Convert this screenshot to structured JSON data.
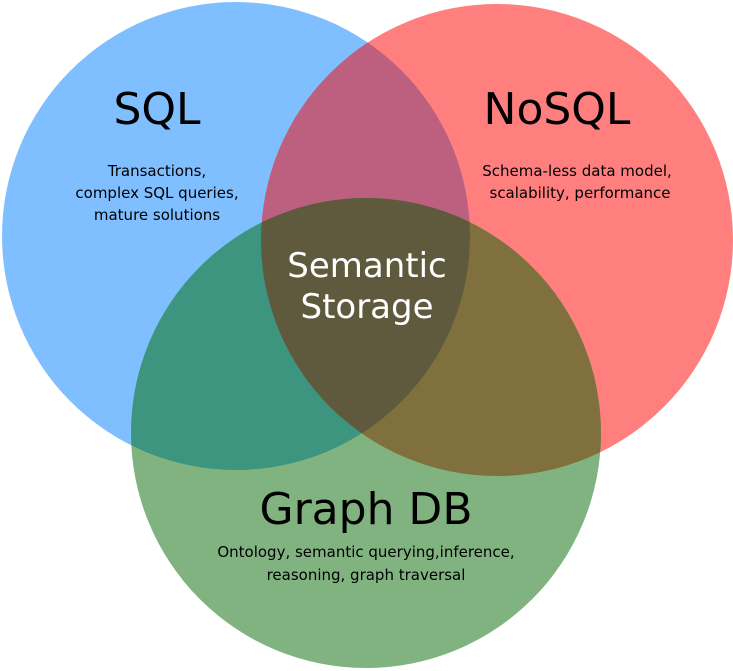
{
  "sets": {
    "sql": {
      "title": "SQL",
      "lines": [
        "Transactions,",
        "complex SQL queries,",
        "mature solutions"
      ]
    },
    "nosql": {
      "title": "NoSQL",
      "lines": [
        "Schema-less data model,",
        "scalability, performance"
      ]
    },
    "graph": {
      "title": "Graph DB",
      "lines": [
        "Ontology, semantic querying,inference,",
        "reasoning, graph traversal"
      ]
    }
  },
  "center": {
    "lines": [
      "Semantic",
      "Storage"
    ]
  },
  "colors": {
    "sql": "#80bfff",
    "nosql": "#ff7f7f",
    "graph": "#80b380",
    "sql_nosql": "#bd5f7f",
    "sql_graph": "#3d9580",
    "nosql_graph": "#80703d",
    "all": "#5f5a3d"
  }
}
